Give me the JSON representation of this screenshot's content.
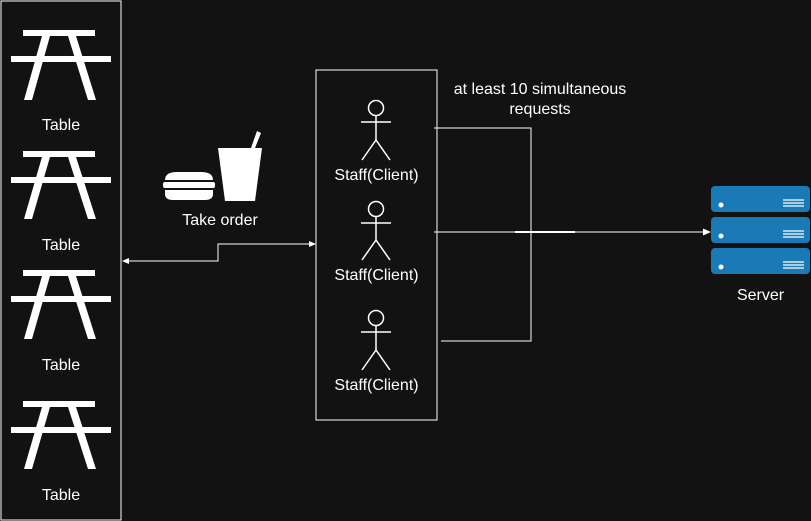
{
  "colors": {
    "background": "#121212",
    "stroke": "#ffffff",
    "server_fill": "#1a7ab5",
    "server_detail": "#ffffff"
  },
  "tables": [
    {
      "label": "Table",
      "icon": "picnic-table-icon"
    },
    {
      "label": "Table",
      "icon": "picnic-table-icon"
    },
    {
      "label": "Table",
      "icon": "picnic-table-icon"
    },
    {
      "label": "Table",
      "icon": "picnic-table-icon"
    }
  ],
  "take_order": {
    "label": "Take order",
    "icons": [
      "burger-icon",
      "drink-cup-icon"
    ]
  },
  "staff": [
    {
      "label": "Staff(Client)",
      "icon": "stick-figure-icon"
    },
    {
      "label": "Staff(Client)",
      "icon": "stick-figure-icon"
    },
    {
      "label": "Staff(Client)",
      "icon": "stick-figure-icon"
    }
  ],
  "requests_note": {
    "line1": "at least 10 simultaneous",
    "line2": "requests"
  },
  "server": {
    "label": "Server",
    "icon": "server-rack-icon"
  }
}
